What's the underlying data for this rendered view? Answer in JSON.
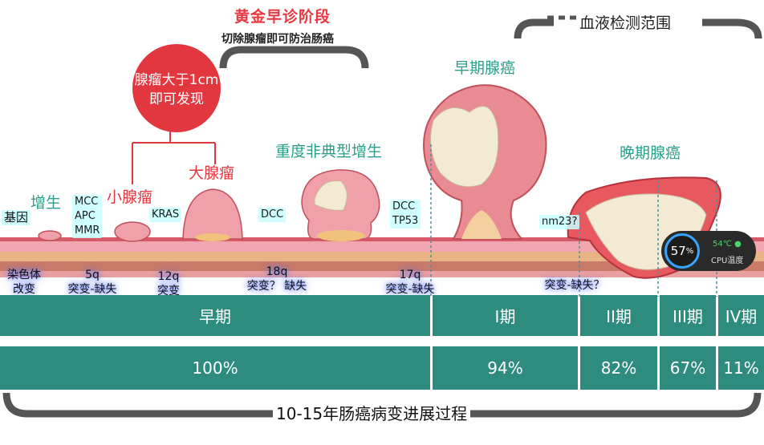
{
  "header": {
    "golden_stage": "黄金早诊阶段",
    "golden_subtitle": "切除腺瘤即可防治肠癌",
    "blood_range": "血液检测范围"
  },
  "callout": {
    "line1": "腺瘤大于1cm",
    "line2": "即可发现"
  },
  "stages": {
    "hyperplasia": "增生",
    "small_adenoma": "小腺瘤",
    "large_adenoma": "大腺瘤",
    "dysplasia": "重度非典型增生",
    "early_cancer": "早期腺癌",
    "late_cancer": "晚期腺癌"
  },
  "genes": {
    "gene": "基因",
    "mcc": "MCC",
    "apc": "APC",
    "mmr": "MMR",
    "kras": "KRAS",
    "dcc1": "DCC",
    "dcc2": "DCC",
    "tp53": "TP53",
    "nm23": "nm23?"
  },
  "chromosome": {
    "c1a": "染色体",
    "c1b": "改变",
    "c2a": "5q",
    "c2b": "突变-缺失",
    "c3a": "12q",
    "c3b": "突变",
    "c4a": "18q",
    "c4b": "突变？ 缺失",
    "c5a": "17q",
    "c5b": "突变-缺失",
    "c6": "突变-缺失？"
  },
  "table": {
    "stage_row": [
      "早期",
      "I期",
      "II期",
      "III期",
      "IV期"
    ],
    "rate_row": [
      "100%",
      "94%",
      "82%",
      "67%",
      "11%"
    ]
  },
  "footer": {
    "title": "10-15年肠癌病变进展过程"
  },
  "cpu": {
    "usage": "57",
    "unit": "%",
    "temp": "54℃",
    "label": "CPU温度"
  },
  "colors": {
    "teal": "#2e8c7f",
    "red": "#e3373f",
    "tissue_pink": "#f0a0a8"
  }
}
